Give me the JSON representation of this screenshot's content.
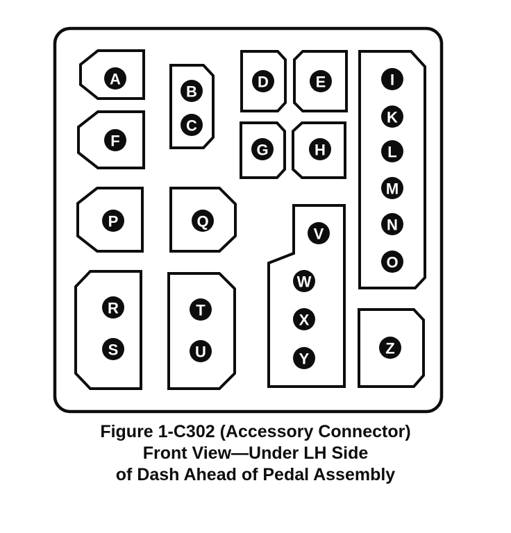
{
  "figure": {
    "caption_lines": [
      "Figure 1-C302 (Accessory Connector)",
      "Front View—Under LH Side",
      "of Dash Ahead of Pedal Assembly"
    ],
    "connector_id": "C302",
    "connector_name": "Accessory Connector",
    "view": "Front View"
  },
  "colors": {
    "ink": "#0d0d0d",
    "paper": "#ffffff"
  },
  "cavities": [
    {
      "id": "cavity-a",
      "pins": [
        "A"
      ]
    },
    {
      "id": "cavity-f",
      "pins": [
        "F"
      ]
    },
    {
      "id": "cavity-bc",
      "pins": [
        "B",
        "C"
      ]
    },
    {
      "id": "cavity-d",
      "pins": [
        "D"
      ]
    },
    {
      "id": "cavity-e",
      "pins": [
        "E"
      ]
    },
    {
      "id": "cavity-g",
      "pins": [
        "G"
      ]
    },
    {
      "id": "cavity-h",
      "pins": [
        "H"
      ]
    },
    {
      "id": "cavity-i-o",
      "pins": [
        "I",
        "K",
        "L",
        "M",
        "N",
        "O"
      ]
    },
    {
      "id": "cavity-p",
      "pins": [
        "P"
      ]
    },
    {
      "id": "cavity-q",
      "pins": [
        "Q"
      ]
    },
    {
      "id": "cavity-v-y",
      "pins": [
        "V",
        "W",
        "X",
        "Y"
      ]
    },
    {
      "id": "cavity-rs",
      "pins": [
        "R",
        "S"
      ]
    },
    {
      "id": "cavity-tu",
      "pins": [
        "T",
        "U"
      ]
    },
    {
      "id": "cavity-z",
      "pins": [
        "Z"
      ]
    }
  ]
}
